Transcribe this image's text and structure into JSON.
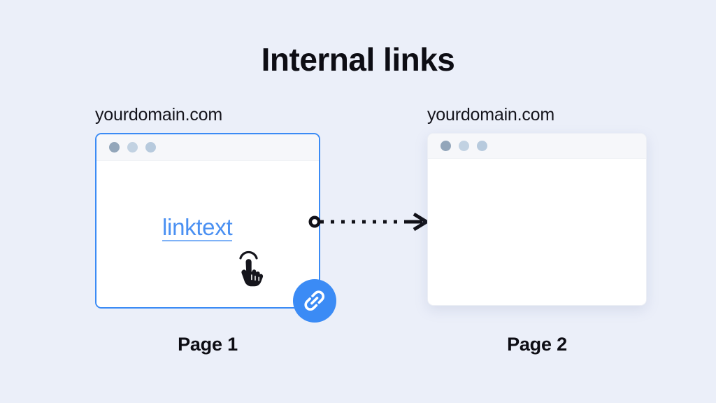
{
  "diagram": {
    "title": "Internal links",
    "background_color": "#ebeff9",
    "accent_color": "#3b8bf5",
    "link_text_color": "#4a90f2",
    "title_color": "#0d0d14"
  },
  "source_page": {
    "domain_label": "yourdomain.com",
    "caption": "Page 1",
    "link_text": "linktext",
    "window_dots": [
      "dot-dark",
      "dot-light",
      "dot-light"
    ],
    "highlighted": true,
    "badge_icon": "link-chain-icon",
    "cursor_icon": "pointing-hand-cursor-icon"
  },
  "target_page": {
    "domain_label": "yourdomain.com",
    "caption": "Page 2",
    "window_dots": [
      "dot-dark",
      "dot-light",
      "dot-light"
    ],
    "highlighted": false
  },
  "connector": {
    "style": "dotted-arrow",
    "start_marker": "hollow-circle-node",
    "end_marker": "solid-arrowhead",
    "color": "#111118",
    "dot_count": 9
  }
}
